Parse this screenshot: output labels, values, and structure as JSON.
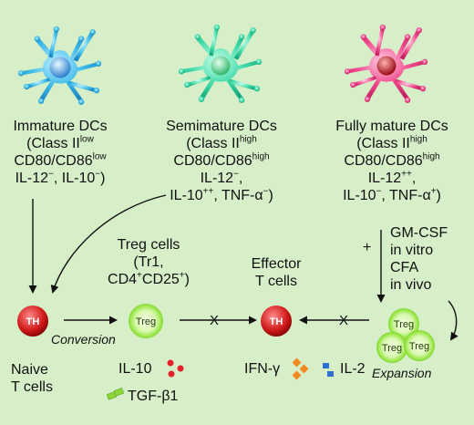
{
  "dc_groups": [
    {
      "title": "Immature DCs",
      "l1": "(Class II",
      "s1": "low",
      "l2": "CD80/CD86",
      "s2": "low",
      "l3": "IL-12",
      "s3": "−",
      "l3b": ", IL-10",
      "s3b": "−",
      "l3c": ")",
      "color": "#3bb8e8"
    },
    {
      "title": "Semimature DCs",
      "l1": "(Class II",
      "s1": "high",
      "l2": "CD80/CD86",
      "s2": "high",
      "l3": "IL-12",
      "s3": "−",
      "l3b": ",",
      "l4": "IL-10",
      "s4": "++",
      "l4b": ", TNF-α",
      "s4b": "−",
      "l4c": ")",
      "color": "#3fd9a8"
    },
    {
      "title": "Fully mature DCs",
      "l1": "(Class II",
      "s1": "high",
      "l2": "CD80/CD86",
      "s2": "high",
      "l3": "IL-12",
      "s3": "++",
      "l3b": ",",
      "l4": "IL-10",
      "s4": "−",
      "l4b": ", TNF-α",
      "s4b": "+",
      "l4c": ")",
      "color": "#f0478c"
    }
  ],
  "treg_label": {
    "l1": "Treg cells",
    "l2": "(Tr1,",
    "l3a": "CD4",
    "l3s": "+",
    "l3b": "CD25",
    "l3s2": "+",
    "l3c": ")"
  },
  "effector_label": {
    "l1": "Effector",
    "l2": "T cells"
  },
  "plus_sign": "+",
  "expansion_conditions": [
    "GM-CSF",
    "in vitro",
    "CFA",
    "in vivo"
  ],
  "cells": {
    "th": "TH",
    "treg": "Treg"
  },
  "block_mark": "X",
  "conversion": "Conversion",
  "expansion": "Expansion",
  "naive": {
    "l1": "Naive",
    "l2": "T cells"
  },
  "cytokines": {
    "il10": "IL-10",
    "ifng": "IFN-γ",
    "il2": "IL-2",
    "tgfb": "TGF-β1"
  },
  "colors": {
    "background": "#d6efc9",
    "th_cell": "#d11a1a",
    "treg_ring": "#9be84a",
    "il10_dots": "#e8202a",
    "ifng_marks": "#f08a1e",
    "il2_marks": "#2d6fd1",
    "tgfb_marks": "#8ed53a"
  }
}
